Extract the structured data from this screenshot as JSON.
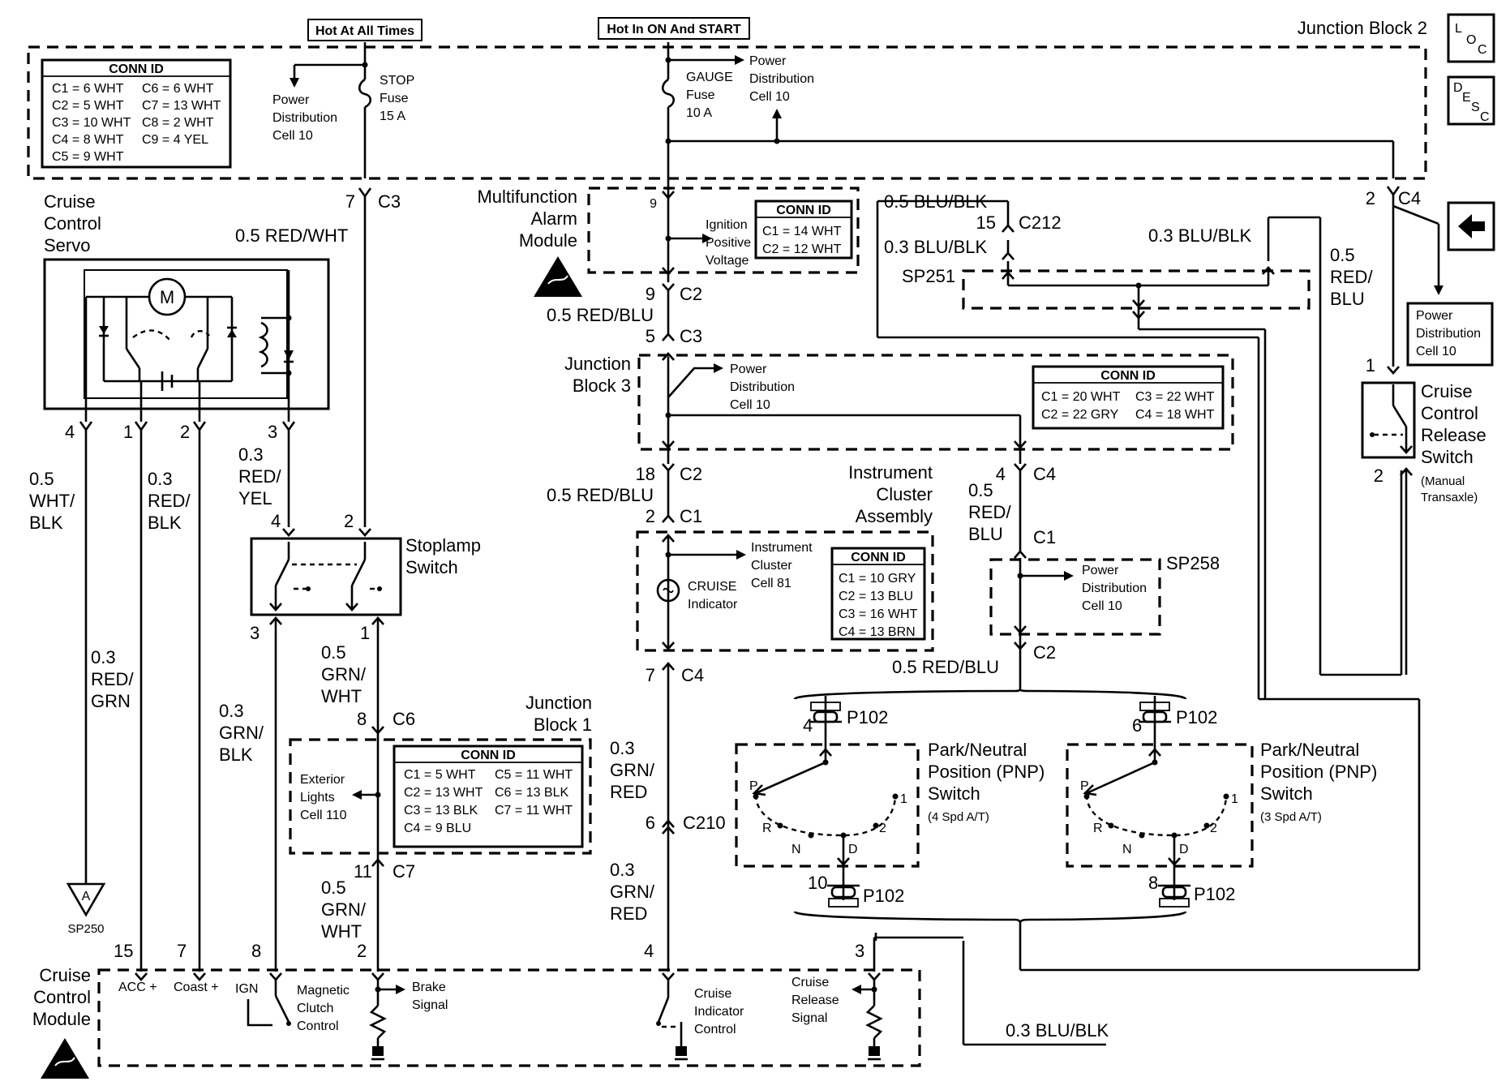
{
  "headers": {
    "hot_all_times": "Hot At All Times",
    "hot_on_start": "Hot In ON And START",
    "junction_block_2": "Junction Block 2"
  },
  "side_icons": {
    "loc": "LOC",
    "desc": "DESC",
    "back_arrow": "back-arrow"
  },
  "fuses": {
    "stop": {
      "name": "STOP",
      "label": "Fuse",
      "rating": "15 A"
    },
    "gauge": {
      "name": "GAUGE",
      "label": "Fuse",
      "rating": "10 A"
    }
  },
  "pdc": [
    "Power",
    "Distribution",
    "Cell 10"
  ],
  "conn_id_title": "CONN ID",
  "conn_id_jb2": [
    "C1 = 6 WHT",
    "C6 = 6 WHT",
    "C2 = 5 WHT",
    "C7 = 13 WHT",
    "C3 = 10 WHT",
    "C8 = 2 WHT",
    "C4 = 8 WHT",
    "C9 = 4 YEL",
    "C5 = 9 WHT"
  ],
  "conn_id_mam": [
    "C1 = 14 WHT",
    "C2 = 12 WHT"
  ],
  "conn_id_jb3": [
    "C1 = 20 WHT",
    "C3 = 22 WHT",
    "C2 = 22 GRY",
    "C4 = 18 WHT"
  ],
  "conn_id_ic": [
    "C1 = 10 GRY",
    "C2 = 13 BLU",
    "C3 = 16 WHT",
    "C4 = 13 BRN"
  ],
  "conn_id_jb1": [
    "C1 = 5 WHT",
    "C5 = 11 WHT",
    "C2 = 13 WHT",
    "C6 = 13 BLK",
    "C3 = 13 BLK",
    "C7 = 11 WHT",
    "C4 = 9 BLU"
  ],
  "components": {
    "servo": [
      "Cruise",
      "Control",
      "Servo"
    ],
    "mam": [
      "Multifunction",
      "Alarm",
      "Module"
    ],
    "mam_input": [
      "Ignition",
      "Positive",
      "Voltage"
    ],
    "jb3": [
      "Junction",
      "Block 3"
    ],
    "ic": [
      "Instrument",
      "Cluster",
      "Assembly"
    ],
    "ic_cell": [
      "Instrument",
      "Cluster",
      "Cell 81"
    ],
    "cruise_ind": [
      "CRUISE",
      "Indicator"
    ],
    "stoplamp": [
      "Stoplamp",
      "Switch"
    ],
    "jb1": [
      "Junction",
      "Block 1"
    ],
    "ext_lights": [
      "Exterior",
      "Lights",
      "Cell 110"
    ],
    "release_sw": [
      "Cruise",
      "Control",
      "Release",
      "Switch"
    ],
    "release_sw_note": [
      "(Manual",
      "Transaxle)"
    ],
    "pnp": [
      "Park/Neutral",
      "Position (PNP)",
      "Switch"
    ],
    "pnp4_note": "(4 Spd A/T)",
    "pnp3_note": "(3 Spd A/T)",
    "ccm": [
      "Cruise",
      "Control",
      "Module"
    ],
    "mag_clutch": [
      "Magnetic",
      "Clutch",
      "Control"
    ],
    "brake_signal": [
      "Brake",
      "Signal"
    ],
    "cruise_ind_ctrl": [
      "Cruise",
      "Indicator",
      "Control"
    ],
    "cruise_release_sig": [
      "Cruise",
      "Release",
      "Signal"
    ],
    "acc": "ACC +",
    "coast": "Coast +",
    "ign": "IGN",
    "motor": "M",
    "sp250_letter": "A",
    "sp250": "SP250",
    "sp251": "SP251",
    "sp258": "SP258",
    "p102": "P102",
    "pnp_positions": [
      "P",
      "R",
      "N",
      "D",
      "2",
      "1"
    ]
  },
  "wires": {
    "red_wht": "0.5 RED/WHT",
    "red_blu_05": "0.5 RED/BLU",
    "blu_blk_05": "0.5 BLU/BLK",
    "blu_blk_03": "0.3 BLU/BLK",
    "red_blu_stack": [
      "0.5",
      "RED/",
      "BLU"
    ],
    "wht_blk": [
      "0.5",
      "WHT/",
      "BLK"
    ],
    "red_blk": [
      "0.3",
      "RED/",
      "BLK"
    ],
    "red_yel": [
      "0.3",
      "RED/",
      "YEL"
    ],
    "red_grn": [
      "0.3",
      "RED/",
      "GRN"
    ],
    "grn_blk": [
      "0.3",
      "GRN/",
      "BLK"
    ],
    "grn_wht": [
      "0.5",
      "GRN/",
      "WHT"
    ],
    "grn_red": [
      "0.3",
      "GRN/",
      "RED"
    ]
  },
  "connectors": {
    "c2": "C2",
    "c3": "C3",
    "c4": "C4",
    "c1": "C1",
    "c6": "C6",
    "c7": "C7",
    "c210": "C210",
    "c212": "C212"
  },
  "pins": {
    "n1": "1",
    "n2": "2",
    "n3": "3",
    "n4": "4",
    "n5": "5",
    "n6": "6",
    "n7": "7",
    "n8": "8",
    "n9": "9",
    "n10": "10",
    "n11": "11",
    "n15": "15",
    "n18": "18"
  }
}
